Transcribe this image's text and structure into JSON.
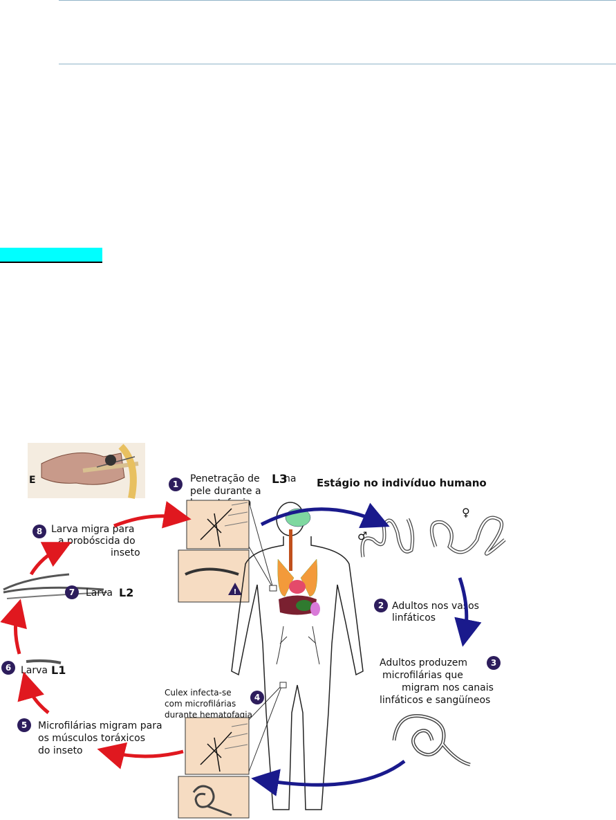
{
  "diagram": {
    "header": "Estágio no indivíduo humano",
    "inset_letter": "E",
    "steps": [
      {
        "num": "1",
        "lines": [
          "Penetração de",
          "na",
          "pele durante a",
          "hematofagia"
        ],
        "larva_label": "L3"
      },
      {
        "num": "2",
        "lines": [
          "Adultos nos vasos",
          "linfáticos"
        ]
      },
      {
        "num": "3",
        "lines": [
          "Adultos produzem",
          "microfilárias que",
          "migram nos canais",
          "linfáticos e sangüíneos"
        ]
      },
      {
        "num": "4",
        "lines": [
          "Culex infecta-se",
          "com microfilárias",
          "durante hematofagia"
        ]
      },
      {
        "num": "5",
        "lines": [
          "Microfilárias migram para",
          "os músculos toráxicos",
          "do inseto"
        ]
      },
      {
        "num": "6",
        "lines": [
          "Larva"
        ],
        "larva_label": "L1"
      },
      {
        "num": "7",
        "lines": [
          "Larva"
        ],
        "larva_label": "L2"
      },
      {
        "num": "8",
        "lines": [
          "Larva migra para",
          "a probóscida do",
          "inseto"
        ]
      }
    ],
    "sex_symbols": {
      "male": "♂",
      "female": "♀"
    },
    "colors": {
      "human_stage_arrow": "#1a1a8c",
      "insect_stage_arrow": "#e0181f",
      "step_badge": "#2d1d5c",
      "panel_bg": "#f6dcc2",
      "highlight": "#00ffff"
    }
  }
}
